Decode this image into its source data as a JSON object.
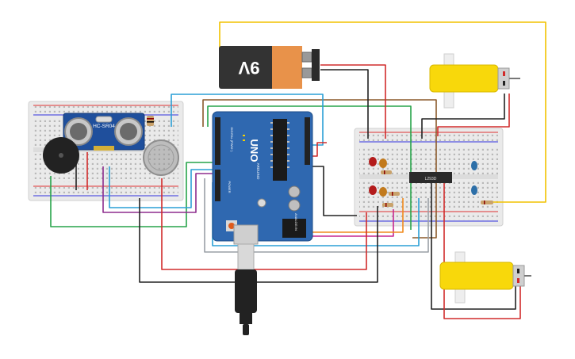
{
  "battery": {
    "label": "9V",
    "body_color": "#333333",
    "cap_color": "#e8924a"
  },
  "sensor": {
    "label": "HC-SR04",
    "board_color": "#1f4f9c"
  },
  "arduino": {
    "brand": "UNO",
    "small_labels": [
      "DIGITAL (PWM~)",
      "ANALOG IN",
      "POWER",
      "ARDUINO"
    ],
    "board_color": "#2f68b0"
  },
  "driver_chip": {
    "label": "L293D"
  },
  "colors": {
    "wire_red": "#d12b2b",
    "wire_black": "#222222",
    "wire_blue": "#2a9fd6",
    "wire_green": "#27a44a",
    "wire_purple": "#8e2d8e",
    "wire_magenta": "#c6278f",
    "wire_brown": "#8b5a2b",
    "wire_orange": "#f08a1e",
    "wire_yellow": "#f2c200",
    "wire_gray": "#9aa0a6",
    "breadboard": "#e9e9e9",
    "motor_yellow": "#f8d80b"
  },
  "icons": [
    "battery-icon",
    "buzzer-icon",
    "gas-sensor-icon",
    "usb-cable-icon",
    "motor-icon"
  ]
}
